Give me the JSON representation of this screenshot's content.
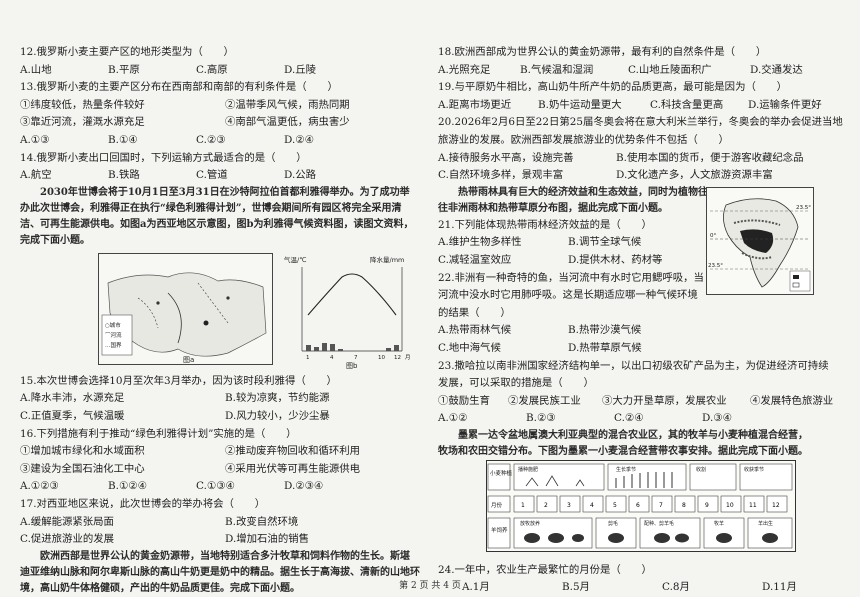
{
  "left": {
    "q12": {
      "stem": "12.俄罗斯小麦主要产区的地形类型为（　　）",
      "opts": [
        "A.山地",
        "B.平原",
        "C.高原",
        "D.丘陵"
      ]
    },
    "q13": {
      "stem": "13.俄罗斯小麦的主要产区分布在西南部和南部的有利条件是（　　）",
      "items": [
        "①纬度较低，热量条件较好",
        "②温带季风气候，雨热同期",
        "③靠近河流，灌溉水源充足",
        "④南部气温更低，病虫害少"
      ],
      "opts": [
        "A.①③",
        "B.①④",
        "C.②③",
        "D.②④"
      ]
    },
    "q14": {
      "stem": "14.俄罗斯小麦出口回国时，下列运输方式最适合的是（　　）",
      "opts": [
        "A.航空",
        "B.铁路",
        "C.管道",
        "D.公路"
      ]
    },
    "material1": [
      "2030年世博会将于10月1日至3月31日在沙特阿拉伯首都利雅得举办。为了成功举",
      "办此次世博会，利雅得正在执行“绿色利雅得计划”，世博会期间所有园区将完全采用清",
      "洁、可再生能源供电。如图a为西亚地区示意图，图b为利雅得气候资料图，读图文资料，",
      "完成下面小题。"
    ],
    "figA": {
      "caption": "图a",
      "legend": [
        "○城市",
        "⌒河流",
        "…国界"
      ]
    },
    "figB": {
      "caption": "图b",
      "ylabel_left": "气温/℃",
      "ylabel_right": "降水量/mm",
      "xlabel": "月"
    },
    "q15": {
      "stem": "15.本次世博会选择10月至次年3月举办，因为该时段利雅得（　　）",
      "opts": [
        "A.降水丰沛，水源充足",
        "B.较为凉爽，节约能源",
        "C.正值夏季，气候温暖",
        "D.风力较小，少沙尘暴"
      ]
    },
    "q16": {
      "stem": "16.下列措施有利于推动“绿色利雅得计划”实施的是（　　）",
      "items": [
        "①增加城市绿化和水域面积",
        "②推动废弃物回收和循环利用",
        "③建设为全国石油化工中心",
        "④采用光伏等可再生能源供电"
      ],
      "opts": [
        "A.①②③",
        "B.①②④",
        "C.①③④",
        "D.②③④"
      ]
    },
    "q17": {
      "stem": "17.对西亚地区来说，此次世博会的举办将会（　　）",
      "opts": [
        "A.缓解能源紧张局面",
        "B.改变自然环境",
        "C.促进旅游业的发展",
        "D.增加石油的销售"
      ]
    },
    "material2": [
      "欧洲西部是世界公认的黄金奶源带，当地特别适合多汁牧草和饲料作物的生长。斯堪",
      "迪亚维纳山脉和阿尔卑斯山脉的高山牛奶更是奶中的精品。据生长于高海拔、清新的山地环",
      "境，高山奶牛体格健硕，产出的牛奶品质更佳。完成下面小题。"
    ]
  },
  "right": {
    "q18": {
      "stem": "18.欧洲西部成为世界公认的黄金奶源带，最有利的自然条件是（　　）",
      "opts": [
        "A.光照充足",
        "B.气候温和湿润",
        "C.山地丘陵面积广",
        "D.交通发达"
      ]
    },
    "q19": {
      "stem": "19.与平原奶牛相比，高山奶牛所产牛奶的品质更高，最可能是因为（　　）",
      "opts": [
        "A.距离市场更近",
        "B.奶牛运动量更大",
        "C.科技含量更高",
        "D.运输条件更好"
      ]
    },
    "q20": {
      "stem": [
        "20.2026年2月6日至22日第25届冬奥会将在意大利米兰举行，冬奥会的举办会促进当地",
        "旅游业的发展。欧洲西部发展旅游业的优势条件不包括（　　）"
      ],
      "opts": [
        "A.接待服务水平高，设施完善",
        "B.使用本国的货币，便于游客收藏纪念品",
        "C.自然环境多样，景观丰富",
        "D.文化遗产多，人文旅游资源丰富"
      ]
    },
    "material3": [
      "热带雨林具有巨大的经济效益和生态效益，同时为植物往",
      "往非洲雨林和热带草原分布图，据此完成下面小题。"
    ],
    "q21": {
      "stem": "21.下列能体现热带雨林经济效益的是（　　）",
      "opts": [
        "A.维护生物多样性",
        "B.调节全球气候",
        "C.减轻温室效应",
        "D.提供木材、药材等"
      ]
    },
    "q22": {
      "stem": [
        "22.非洲有一种奇特的鱼，当河流中有水时它用鳃呼吸，当",
        "河流中没水时它用肺呼吸。这是长期适应哪一种气候环境",
        "的结果（　　）"
      ],
      "opts": [
        "A.热带雨林气候",
        "B.热带沙漠气候",
        "C.地中海气候",
        "D.热带草原气候"
      ]
    },
    "q23": {
      "stem": [
        "23.撒哈拉以南非洲国家经济结构单一，以出口初级农矿产品为主，为促进经济可持续",
        "发展，可以采取的措施是（　　）"
      ],
      "items": [
        "①鼓励生育",
        "②发展民族工业",
        "③大力开垦草原，发展农业",
        "④发展特色旅游业"
      ],
      "opts": [
        "A.①②",
        "B.②③",
        "C.②④",
        "D.③④"
      ]
    },
    "material4": [
      "墨累一达令盆地属澳大利亚典型的混合农业区，其的牧羊与小麦种植混合经营，",
      "牧场和农田交错分布。下图为墨累一小麦混合经营带农事安排。据此完成下面小题。"
    ],
    "calendar": {
      "row1_label": "小麦种植",
      "row2_label": "月份",
      "row3_label": "羊饲养",
      "crop_notes": [
        "播种施肥",
        "生长季节",
        "收割",
        "收获季节"
      ],
      "months": [
        "1",
        "2",
        "3",
        "4",
        "5",
        "6",
        "7",
        "8",
        "9",
        "10",
        "11",
        "12"
      ],
      "sheep_notes": [
        "放牧放养",
        "剪毛",
        "配种、剪羊毛",
        "牧羊",
        "羊出生"
      ]
    },
    "q24": {
      "stem": "24.一年中，农业生产最繁忙的月份是（　　）",
      "opts": [
        "A.1月",
        "B.5月",
        "C.8月",
        "D.11月"
      ]
    }
  },
  "footer": "第 2 页 共 4 页"
}
